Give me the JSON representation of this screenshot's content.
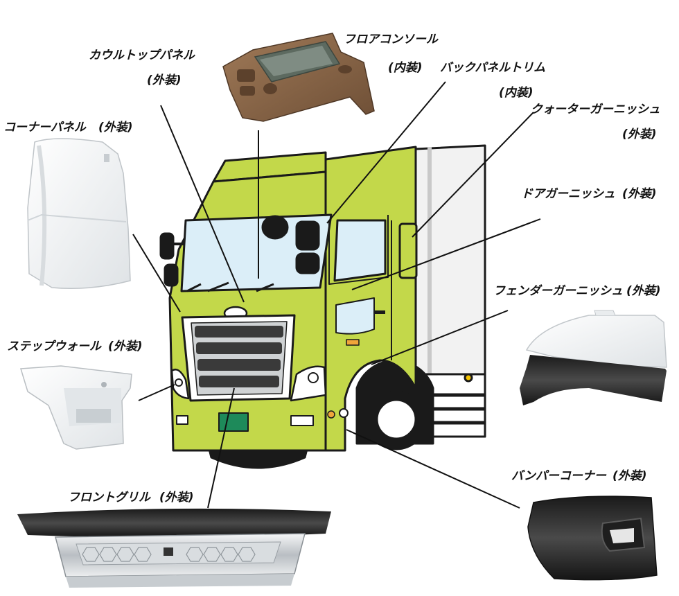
{
  "labels": {
    "cowl_top_panel": "カウルトップパネル",
    "cowl_top_panel_type": "(外装)",
    "floor_console": "フロアコンソール",
    "floor_console_type": "(内装)",
    "back_panel_trim": "バックパネルトリム",
    "back_panel_trim_type": "(内装)",
    "quarter_garnish": "クォーターガーニッシュ",
    "quarter_garnish_type": "(外装)",
    "corner_panel": "コーナーパネル",
    "corner_panel_type": "(外装)",
    "door_garnish": "ドアガーニッシュ",
    "door_garnish_type": "(外装)",
    "fender_garnish": "フェンダーガーニッシュ",
    "fender_garnish_type": "(外装)",
    "step_wall": "ステップウォール",
    "step_wall_type": "(外装)",
    "bumper_corner": "バンパーコーナー",
    "bumper_corner_type": "(外装)",
    "front_grille": "フロントグリル",
    "front_grille_type": "(外装)"
  },
  "colors": {
    "cab_body": "#c3d84a",
    "outline": "#1a1a1a",
    "glass": "#dbeef8",
    "grille": "#3a3a3a",
    "console_brown": "#8a6648",
    "part_white": "#f1f3f4",
    "part_black": "#2a2a2a",
    "plate_green": "#1e8a5a",
    "amber": "#f0a53a"
  }
}
